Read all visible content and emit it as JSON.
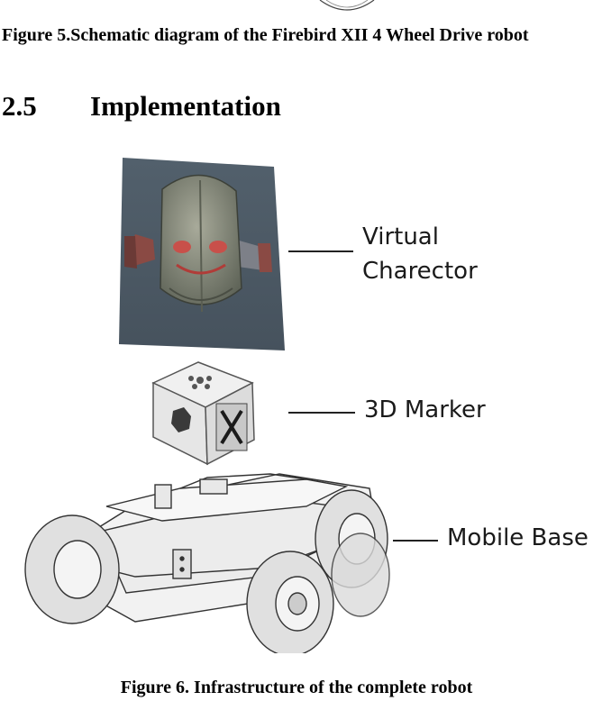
{
  "figure5": {
    "caption": "Figure 5.Schematic diagram of the Firebird XII 4 Wheel Drive robot"
  },
  "section": {
    "number": "2.5",
    "title": "Implementation"
  },
  "figure6": {
    "labels": {
      "virtual_line1": "Virtual",
      "virtual_line2": "Charector",
      "marker": "3D Marker",
      "base": "Mobile Base"
    },
    "caption": "Figure 6. Infrastructure of the complete robot"
  }
}
